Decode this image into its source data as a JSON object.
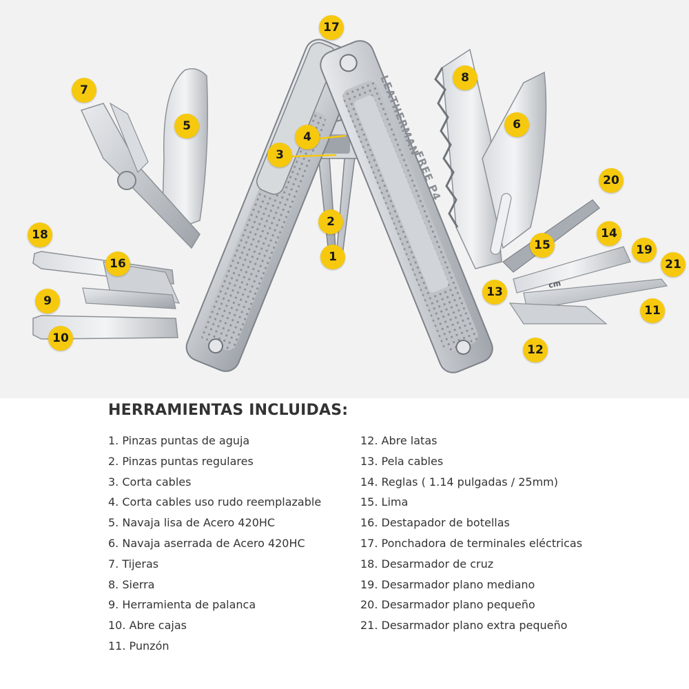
{
  "heading": "HERRAMIENTAS INCLUIDAS:",
  "colors": {
    "badge": "#f6c90e",
    "background_photo": "#f2f2f2",
    "text": "#333333",
    "steel": "#c9ccd0"
  },
  "badges": [
    "1",
    "2",
    "3",
    "4",
    "5",
    "6",
    "7",
    "8",
    "9",
    "10",
    "11",
    "12",
    "13",
    "14",
    "15",
    "16",
    "17",
    "18",
    "19",
    "20",
    "21"
  ],
  "engraving": {
    "brand": "LEATHERMAN",
    "model": "FREE P4",
    "ruler_unit": "cm"
  },
  "tools_left": [
    "1. Pinzas puntas de aguja",
    "2. Pinzas puntas regulares",
    "3. Corta cables",
    "4. Corta cables uso rudo reemplazable",
    "5. Navaja lisa de Acero 420HC",
    "6. Navaja aserrada de Acero 420HC",
    "7. Tijeras",
    "8. Sierra",
    "9. Herramienta de palanca",
    "10. Abre cajas",
    "11. Punzón"
  ],
  "tools_right": [
    "12. Abre latas",
    "13. Pela cables",
    "14. Reglas ( 1.14 pulgadas / 25mm)",
    "15. Lima",
    "16. Destapador de botellas",
    "17. Ponchadora de terminales eléctricas",
    "18. Desarmador de cruz",
    "19. Desarmador plano mediano",
    "20. Desarmador plano pequeño",
    "21. Desarmador plano extra pequeño"
  ]
}
